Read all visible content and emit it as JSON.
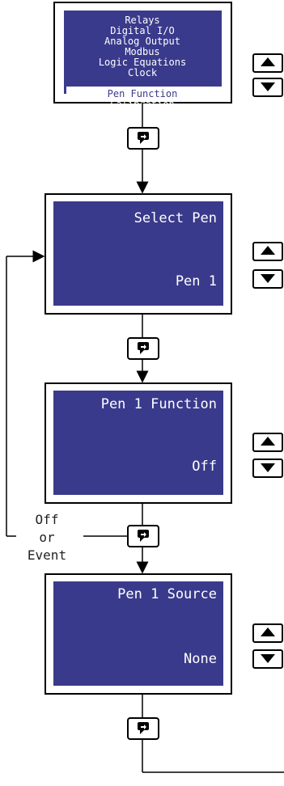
{
  "colors": {
    "lcd_background": "#3a3a8c",
    "lcd_text": "#ffffff",
    "frame": "#000000",
    "highlight_bg": "#ffffff",
    "highlight_text": "#3a3a8c"
  },
  "menu_screen": {
    "items": [
      "Relays",
      "Digital I/O",
      "Analog Output",
      "Modbus",
      "Logic Equations",
      "Clock",
      "Pen Function",
      "Calibration"
    ],
    "selected": "Pen Function"
  },
  "screens": [
    {
      "title": "Select Pen",
      "value": "Pen 1"
    },
    {
      "title": "Pen 1 Function",
      "value": "Off"
    },
    {
      "title": "Pen 1 Source",
      "value": "None"
    }
  ],
  "branch_label": {
    "line1": "Off",
    "line2": "or",
    "line3": "Event"
  },
  "icons": {
    "enter_key": "enter-key-icon",
    "up_arrow": "up-arrow-icon",
    "down_arrow": "down-arrow-icon"
  }
}
